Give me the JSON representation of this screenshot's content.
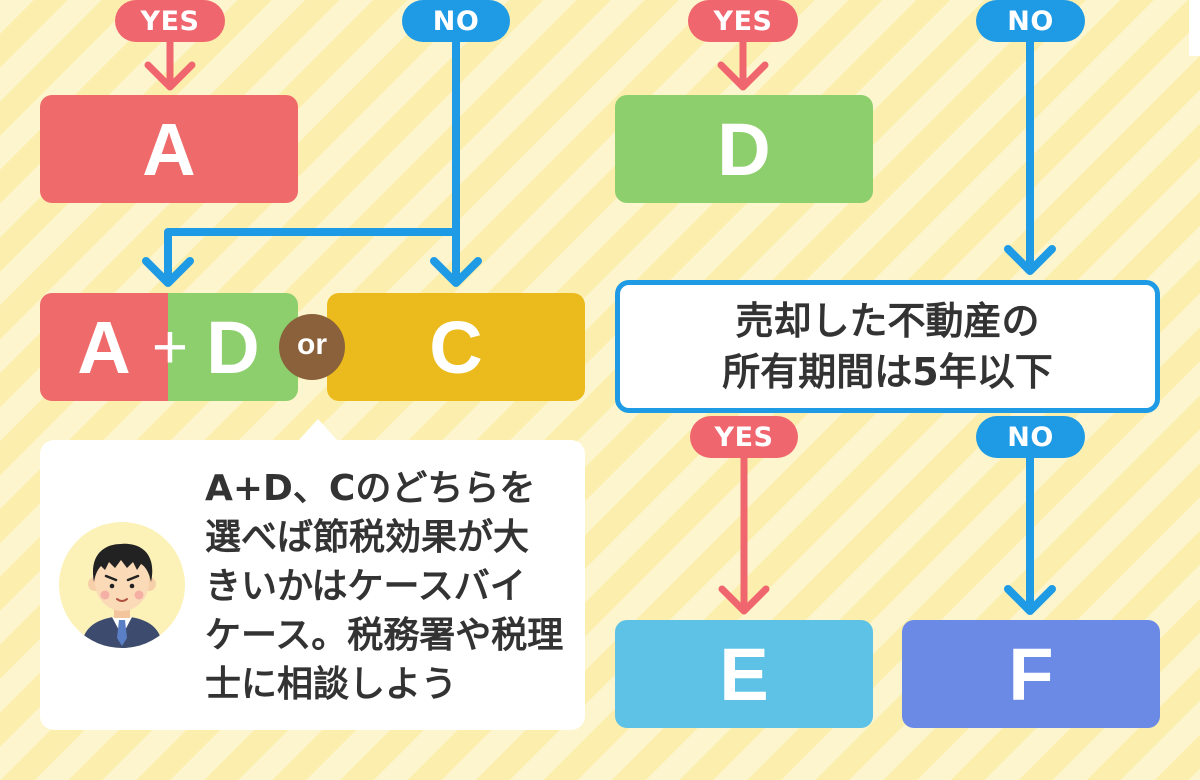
{
  "colors": {
    "yes": "#f0666e",
    "no": "#1f9be6",
    "box_a": "#ef6b6b",
    "box_d": "#8dce6d",
    "box_c": "#ebbb1d",
    "box_e": "#5dc2e6",
    "box_f": "#6a8ae6",
    "or_badge": "#8b613c",
    "condition_border": "#1f9be6",
    "text": "#333333",
    "stripe_light": "#fdf5cd",
    "stripe_dark": "#fcefae"
  },
  "left_branch": {
    "yes_label": "YES",
    "no_label": "NO",
    "result_a": "A",
    "combo": {
      "left": "A",
      "plus": "+",
      "right": "D"
    },
    "or_label": "or",
    "result_c": "C",
    "advice": {
      "icon": "businessman-icon",
      "lines": [
        "A+D、Cのどちらを",
        "選べば節税効果が大",
        "きいかはケースバイ",
        "ケース。税務署や税理",
        "士に相談しよう"
      ]
    }
  },
  "right_branch": {
    "yes_label": "YES",
    "no_label": "NO",
    "result_d": "D",
    "condition": {
      "lines": [
        "売却した不動産の",
        "所有期間は5年以下"
      ]
    },
    "condition_yes_label": "YES",
    "condition_no_label": "NO",
    "result_e": "E",
    "result_f": "F"
  },
  "connectors": {
    "arrow_icon": "chevron-down-icon"
  }
}
